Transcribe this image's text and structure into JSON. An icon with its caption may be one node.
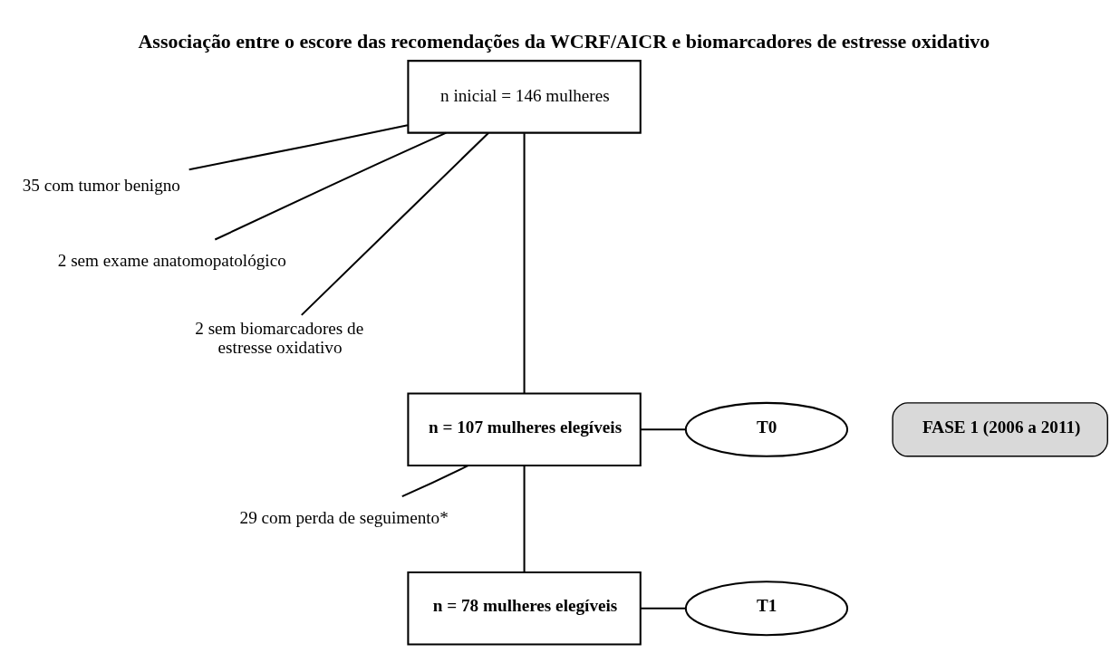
{
  "diagram": {
    "title": "Associação entre o escore das recomendações da WCRF/AICR e biomarcadores de estresse oxidativo",
    "nodes": [
      {
        "text": [
          "n inicial = 146 mulheres"
        ]
      },
      {
        "text": [
          "35 com tumor benigno"
        ]
      },
      {
        "text": [
          "2 sem exame anatomopatológico"
        ]
      },
      {
        "text": [
          "2 sem biomarcadores de estresse oxidativo"
        ]
      },
      {
        "text": [
          "n = 107 mulheres elegíveis"
        ]
      },
      {
        "text": [
          "T0"
        ]
      },
      {
        "text": [
          "29 com perda de seguimento*"
        ]
      },
      {
        "text": [
          "n = 78 mulheres elegíveis"
        ]
      },
      {
        "text": [
          "T1"
        ]
      },
      {
        "text": [
          "FASE 1 (2006 a 2011)"
        ]
      }
    ],
    "edges": [
      {
        "from": 0,
        "to": 4,
        "arrow": "none"
      },
      {
        "from": 0,
        "to": 1,
        "arrow": "none"
      },
      {
        "from": 0,
        "to": 2,
        "arrow": "none"
      },
      {
        "from": 0,
        "to": 3,
        "arrow": "none"
      },
      {
        "from": 4,
        "to": 5,
        "arrow": "none"
      },
      {
        "from": 4,
        "to": 7,
        "arrow": "none"
      },
      {
        "from": 4,
        "to": 6,
        "arrow": "none"
      },
      {
        "from": 7,
        "to": 8,
        "arrow": "none"
      }
    ]
  }
}
